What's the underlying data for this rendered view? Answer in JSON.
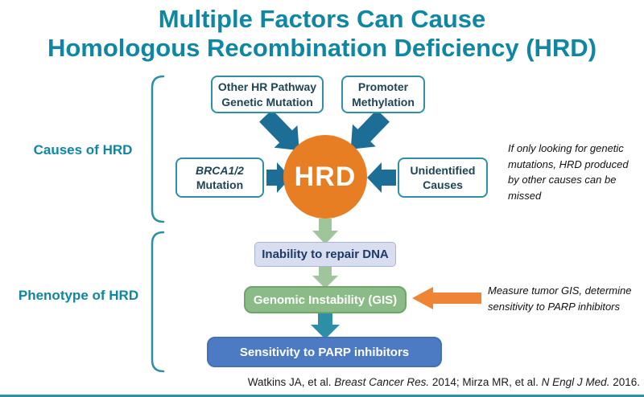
{
  "title": {
    "line1": "Multiple Factors Can Cause",
    "line2": "Homologous Recombination Deficiency (HRD)"
  },
  "sections": {
    "causes_label": "Causes of HRD",
    "phenotype_label": "Phenotype of HRD"
  },
  "causes": {
    "hrd_label": "HRD",
    "boxes": {
      "other_hr": {
        "line1": "Other HR Pathway",
        "line2": "Genetic Mutation"
      },
      "promoter": {
        "line1": "Promoter",
        "line2": "Methylation"
      },
      "brca": {
        "line1": "BRCA1/2",
        "line2": "Mutation"
      },
      "unidentified": {
        "line1": "Unidentified",
        "line2": "Causes"
      }
    }
  },
  "phenotype": {
    "inability": "Inability to repair DNA",
    "gis": "Genomic Instability (GIS)",
    "parp": "Sensitivity to PARP inhibitors"
  },
  "annotations": {
    "genetic_note": "If only looking for genetic mutations, HRD produced by other causes can be missed",
    "gis_note": "Measure tumor GIS, determine sensitivity to PARP inhibitors"
  },
  "citation": {
    "part1": "Watkins JA, et al. ",
    "journal1": "Breast Cancer Res.",
    "part2": " 2014; Mirza MR, et al. ",
    "journal2": "N Engl J Med.",
    "part3": " 2016."
  },
  "colors": {
    "title_teal": "#0F87A3",
    "box_border_teal": "#2E8FA6",
    "hrd_orange": "#E87E23",
    "cause_arrow_teal": "#1D6E96",
    "green_arrow": "#9FC69B",
    "flow_arrow_teal": "#2D8FA6",
    "inability_fill": "#D8DEF0",
    "gis_green": "#8BBB87",
    "parp_blue": "#4C7BC4",
    "annotation_orange": "#EE8434"
  }
}
